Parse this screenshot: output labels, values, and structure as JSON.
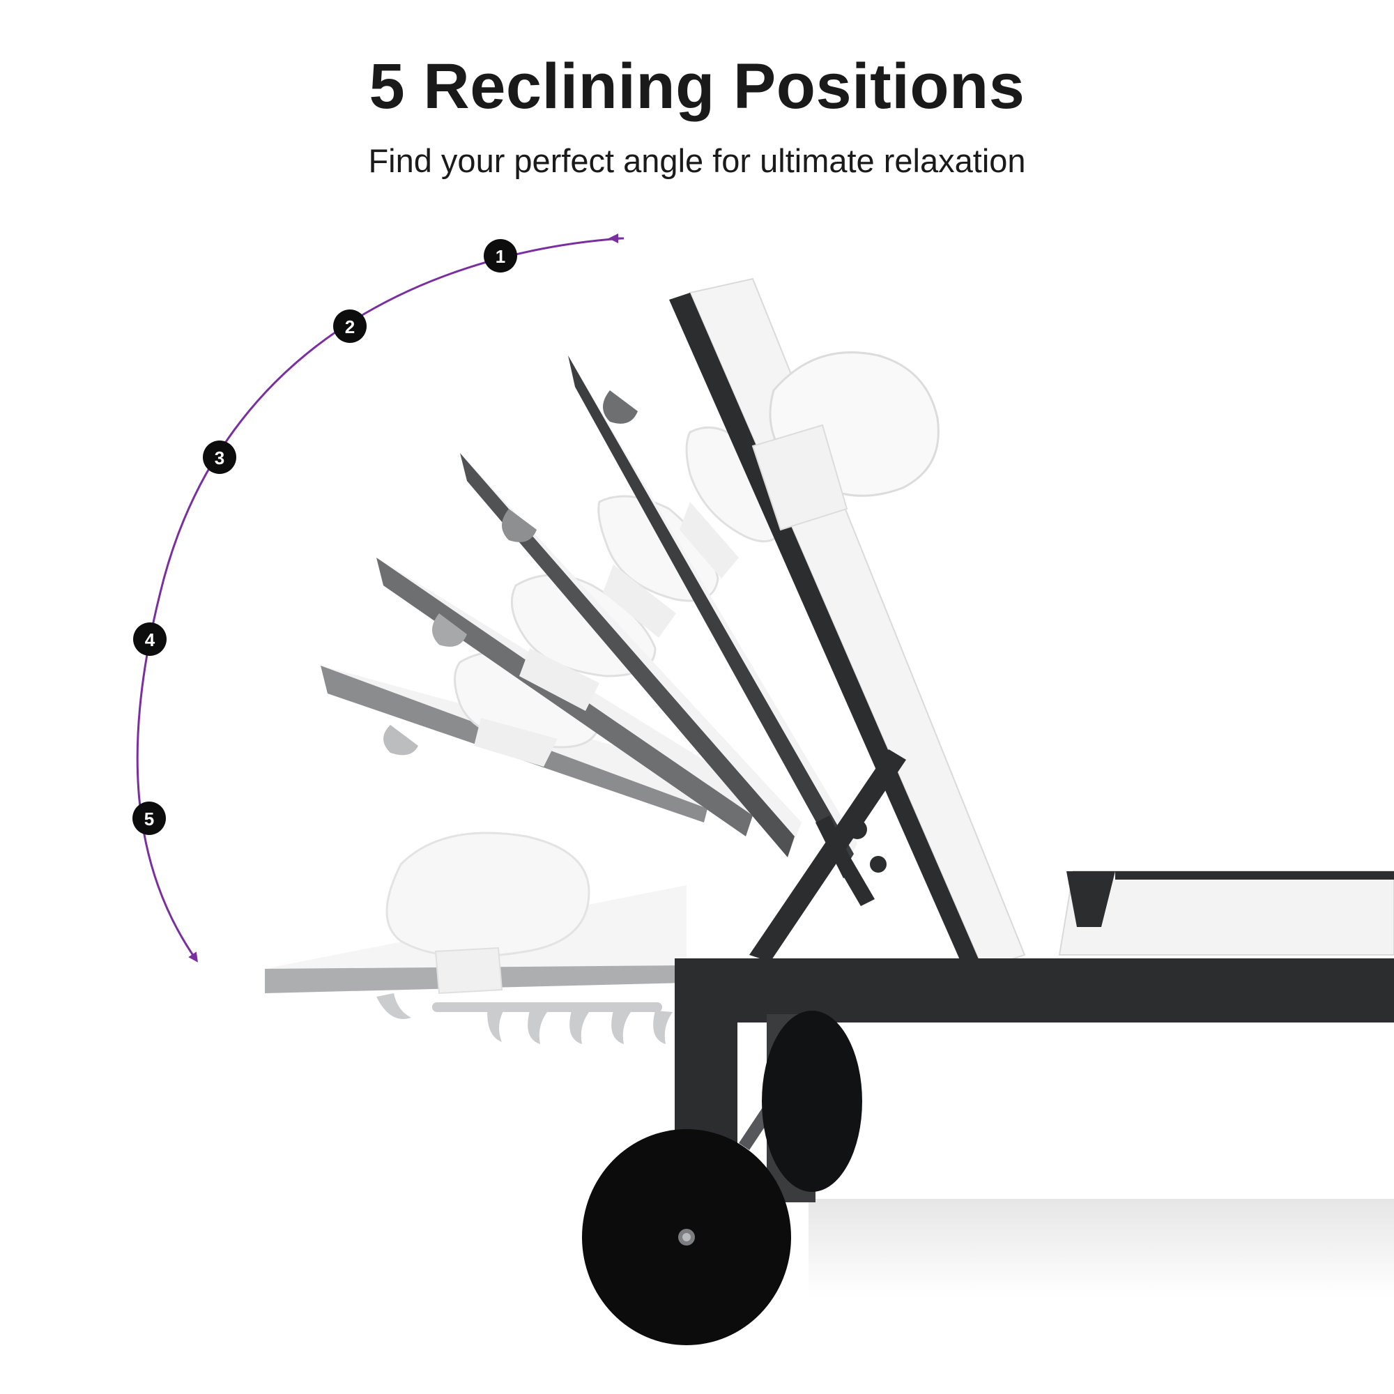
{
  "header": {
    "title": "5 Reclining Positions",
    "subtitle": "Find your perfect angle for ultimate relaxation"
  },
  "positions": {
    "labels": [
      "1",
      "2",
      "3",
      "4",
      "5"
    ]
  },
  "colors": {
    "text": "#1a1a1a",
    "badge": "#0d0d0d",
    "arc": "#7a2fa0",
    "frame": "#2b2d2f",
    "frame_faded": "#8a8c8e",
    "sling": "#f3f3f3",
    "pillow": "#fafafa",
    "wheel": "#0c0c0c"
  },
  "icons": {
    "arc_arrow": "purple-curved-arrow-icon",
    "badge": "numbered-circle-icon"
  }
}
